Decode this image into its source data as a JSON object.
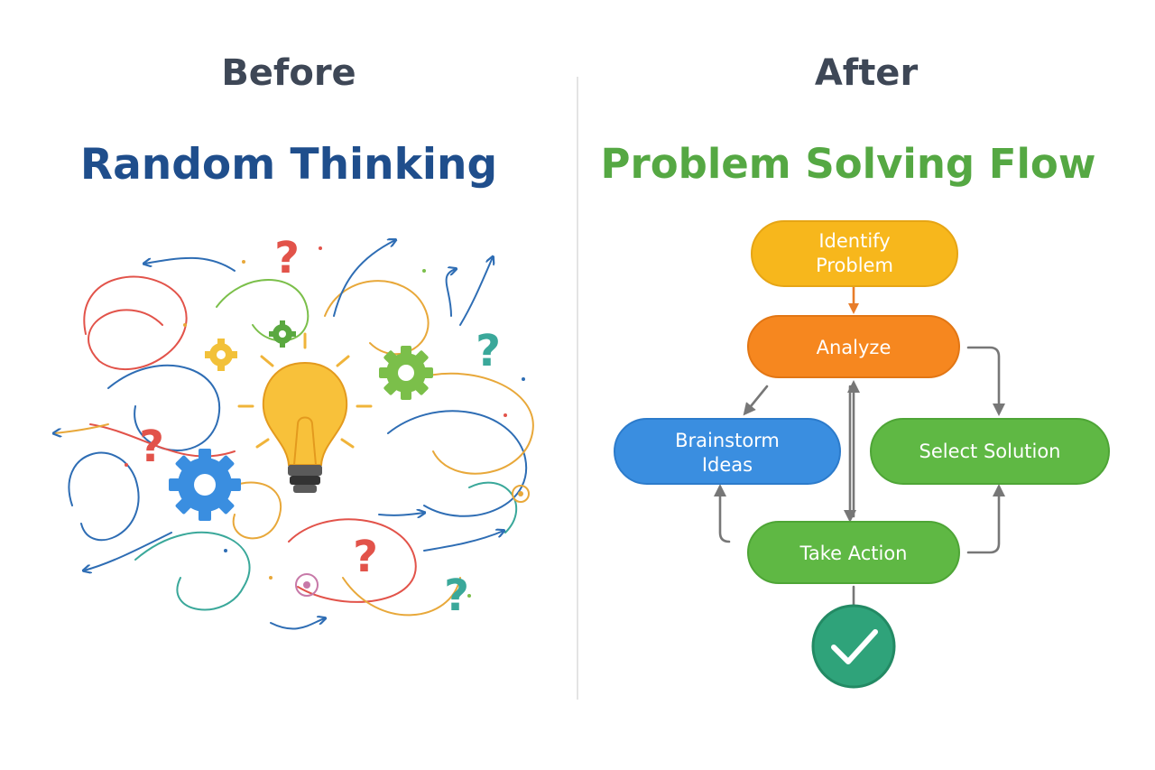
{
  "colors": {
    "heading": "#3e4756",
    "before_title": "#1f4e8c",
    "after_title": "#55a843",
    "identify": "#f7b71c",
    "analyze": "#f6871f",
    "brainstorm": "#3a8ee0",
    "select": "#5fb844",
    "action": "#5fb844",
    "check": "#2fa37a",
    "arrow_orange": "#e87d2a",
    "arrow_gray": "#777777"
  },
  "before": {
    "heading": "Before",
    "title": "Random Thinking",
    "icons": [
      "lightbulb-icon",
      "gear-icon",
      "question-mark-icon",
      "arrow-icon",
      "scribble-line-icon"
    ],
    "question_mark": "?"
  },
  "after": {
    "heading": "After",
    "title": "Problem Solving Flow",
    "nodes": {
      "identify": {
        "line1": "Identify",
        "line2": "Problem"
      },
      "analyze": {
        "label": "Analyze"
      },
      "brainstorm": {
        "line1": "Brainstorm",
        "line2": "Ideas"
      },
      "select": {
        "label": "Select Solution"
      },
      "action": {
        "label": "Take Action"
      }
    },
    "final_icon": "checkmark-icon"
  }
}
